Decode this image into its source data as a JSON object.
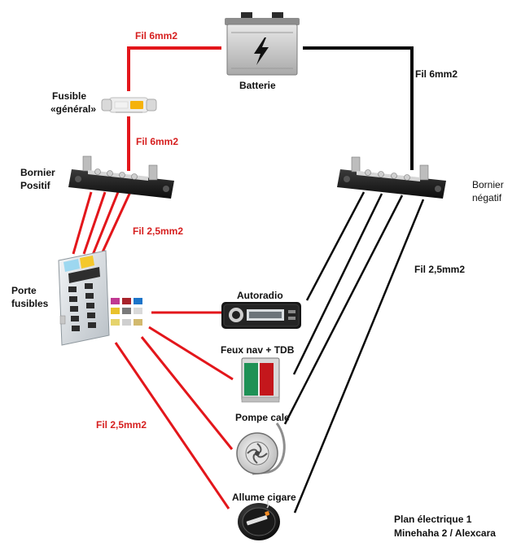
{
  "colors": {
    "positive_wire": "#e3161b",
    "negative_wire": "#0a0a0a",
    "component_dark": "#1b1b1b",
    "metal": "#c9c9c9"
  },
  "labels": {
    "wire_top": "Fil 6mm2",
    "wire_fuse_bus": "Fil 6mm2",
    "wire_right": "Fil 6mm2",
    "wire_bus_fusebox": "Fil 2,5mm2",
    "wire_left": "Fil 2,5mm2",
    "wire_negative": "Fil 2,5mm2"
  },
  "components": {
    "battery": "Batterie",
    "main_fuse_line1": "Fusible",
    "main_fuse_line2": "«général»",
    "bus_pos_line1": "Bornier",
    "bus_pos_line2": "Positif",
    "bus_neg_line1": "Bornier",
    "bus_neg_line2": "négatif",
    "fusebox_line1": "Porte",
    "fusebox_line2": "fusibles",
    "radio": "Autoradio",
    "nav_lights": "Feux nav + TDB",
    "bilge_pump": "Pompe cale",
    "cigar_lighter": "Allume cigare"
  },
  "footer": {
    "line1": "Plan électrique 1",
    "line2": "Minehaha 2 / Alexcara"
  },
  "icons": [
    "battery-icon",
    "main-fuse-icon",
    "positive-busbar-icon",
    "negative-busbar-icon",
    "fuse-box-icon",
    "car-radio-icon",
    "navigation-light-icon",
    "bilge-pump-icon",
    "cigar-lighter-icon"
  ]
}
